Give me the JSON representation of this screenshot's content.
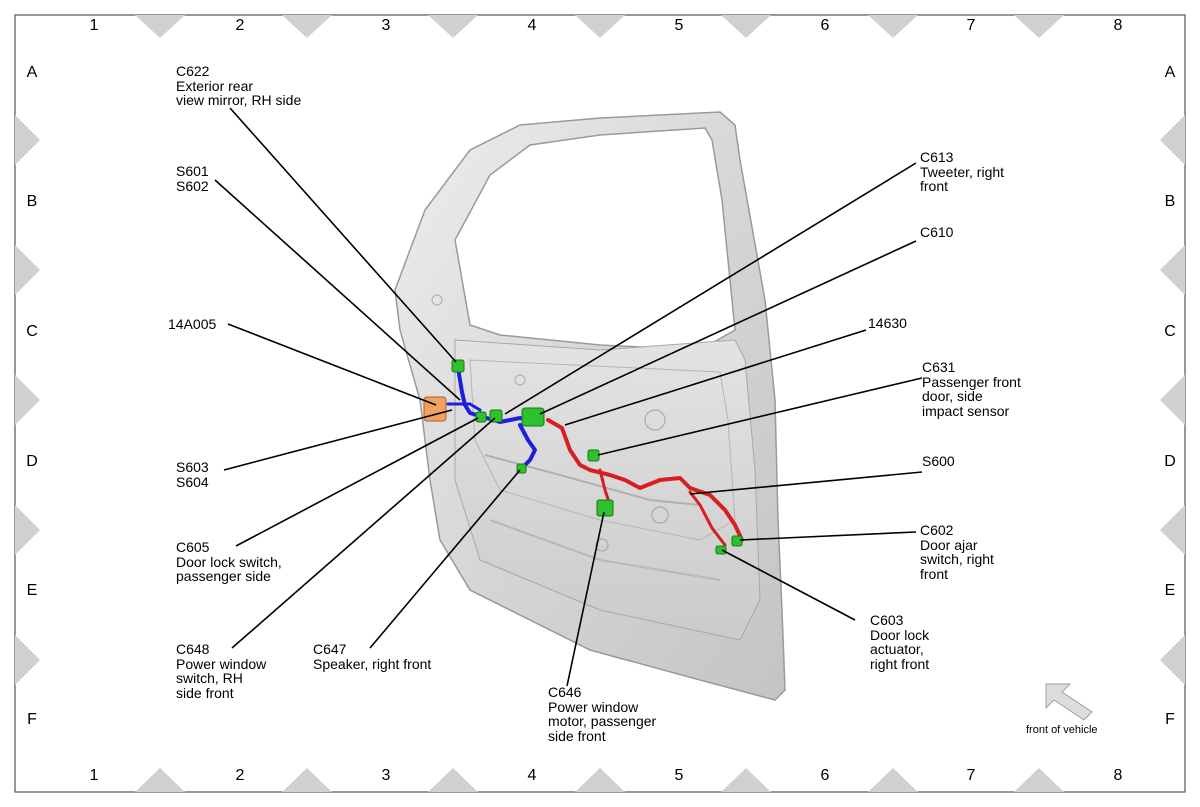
{
  "grid": {
    "columns": [
      "1",
      "2",
      "3",
      "4",
      "5",
      "6",
      "7",
      "8"
    ],
    "rows": [
      "A",
      "B",
      "C",
      "D",
      "E",
      "F"
    ]
  },
  "callouts": [
    {
      "id": "c622",
      "lines": [
        "C622",
        "Exterior rear",
        "view mirror, RH side"
      ]
    },
    {
      "id": "s601",
      "lines": [
        "S601",
        "S602"
      ]
    },
    {
      "id": "14a005",
      "lines": [
        "14A005"
      ]
    },
    {
      "id": "s603",
      "lines": [
        "S603",
        "S604"
      ]
    },
    {
      "id": "c605",
      "lines": [
        "C605",
        "Door lock switch,",
        "passenger side"
      ]
    },
    {
      "id": "c648",
      "lines": [
        "C648",
        "Power window",
        "switch, RH",
        "side front"
      ]
    },
    {
      "id": "c647",
      "lines": [
        "C647",
        "Speaker, right front"
      ]
    },
    {
      "id": "c646",
      "lines": [
        "C646",
        "Power window",
        "motor, passenger",
        "side front"
      ]
    },
    {
      "id": "c613",
      "lines": [
        "C613",
        "Tweeter, right",
        "front"
      ]
    },
    {
      "id": "c610",
      "lines": [
        "C610"
      ]
    },
    {
      "id": "14630",
      "lines": [
        "14630"
      ]
    },
    {
      "id": "c631",
      "lines": [
        "C631",
        "Passenger front",
        "door, side",
        "impact sensor"
      ]
    },
    {
      "id": "s600",
      "lines": [
        "S600"
      ]
    },
    {
      "id": "c602",
      "lines": [
        "C602",
        "Door ajar",
        "switch, right",
        "front"
      ]
    },
    {
      "id": "c603",
      "lines": [
        "C603",
        "Door lock",
        "actuator,",
        "right front"
      ]
    }
  ],
  "front_label": "front of vehicle",
  "colors": {
    "harness_blue": "#1e1edc",
    "harness_red": "#d81e1e",
    "connector_green": "#2fc02f",
    "door": "#d7d7d7"
  }
}
